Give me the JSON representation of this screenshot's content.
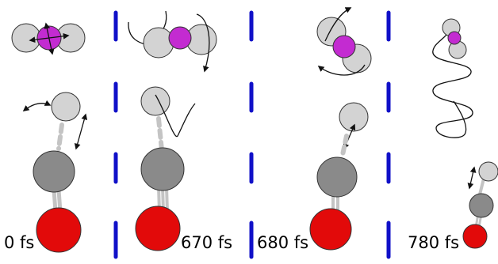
{
  "panels": [
    {
      "time_label": "0 fs"
    },
    {
      "time_label": "670 fs"
    },
    {
      "time_label": "680 fs"
    },
    {
      "time_label": "780 fs"
    }
  ],
  "colors": {
    "background": "#ffffff",
    "divider": "#1010c8",
    "light_atom": "#d3d3d3",
    "magenta_atom": "#c32bd1",
    "carbon_atom": "#8a8a8a",
    "oxygen_atom": "#e20a0a",
    "outline": "#333333",
    "bond": "#c4c4c4",
    "arrow": "#111111"
  }
}
